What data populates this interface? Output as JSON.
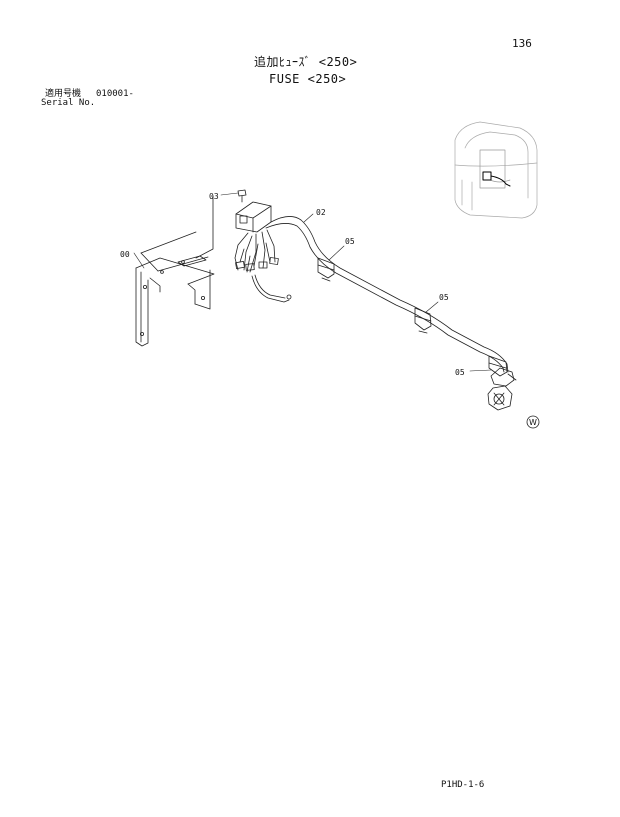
{
  "page_number": "136",
  "title": {
    "japanese": "追加ﾋｭｰｽﾞ <250>",
    "english": "FUSE <250>"
  },
  "serial": {
    "label_japanese": "適用号機",
    "from": "010001-",
    "label_english": "Serial No."
  },
  "callouts": {
    "c00": "00",
    "c02": "02",
    "c03": "03",
    "c05a": "05",
    "c05b": "05",
    "c05c": "05"
  },
  "watermark_symbol": "W",
  "footer_code": "P1HD-1-6"
}
